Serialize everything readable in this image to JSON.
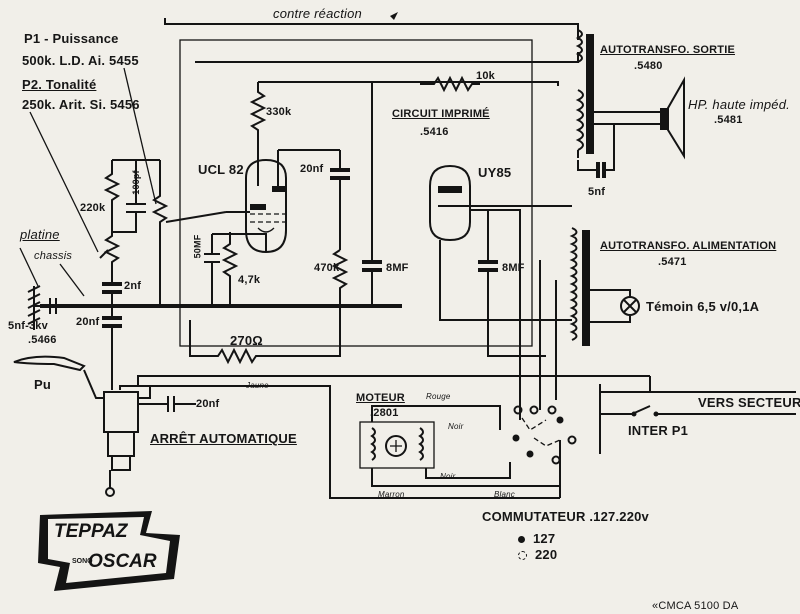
{
  "labels": {
    "contre_reaction": "contre réaction",
    "p1_title": "P1 - Puissance",
    "p1_value": "500k. L.D. Ai. 5455",
    "p2_title": "P2. Tonalité",
    "p2_value": "250k. Arit. Si. 5456",
    "ucl82": "UCL 82",
    "uy85": "UY85",
    "r_330k": "330k",
    "r_10k": "10k",
    "r_220k": "220k",
    "c_100pf": "100pf",
    "c_2nf_a": "2nf",
    "c_20nf_a": "20nf",
    "c_20nf_b": "20nf",
    "c_20nf_c": "20nf",
    "c_50mf": "50MF",
    "r_47k": "4,7k",
    "r_470k": "470k",
    "c_8mf_a": "8MF",
    "c_8mf_b": "8MF",
    "r_270": "270Ω",
    "c_5nf": "5nf",
    "circuit_imprime": "CIRCUIT IMPRIMÉ",
    "circuit_imprime_ref": ".5416",
    "autotransfo_sortie": "AUTOTRANSFO. SORTIE",
    "autotransfo_sortie_ref": ".5480",
    "hp_label": "HP. haute impéd.",
    "hp_ref": ".5481",
    "autotransfo_alim": "AUTOTRANSFO. ALIMENTATION",
    "autotransfo_alim_ref": ".5471",
    "temoin": "Témoin 6,5 v/0,1A",
    "platine": "platine",
    "chassis": "chassis",
    "c_5nf_3kv": "5nf-3kv",
    "c_5nf_3kv_ref": ".5466",
    "pu": "Pu",
    "arret_auto": "ARRÊT AUTOMATIQUE",
    "moteur": "MOTEUR",
    "moteur_ref": ".2801",
    "vers_secteur": "VERS SECTEUR",
    "inter_p1": "INTER P1",
    "commutateur": "COMMUTATEUR .127.220v",
    "legend_127": "127",
    "legend_220": "220",
    "wire_jaune": "Jaune",
    "wire_marron": "Marron",
    "wire_noir_a": "Noir",
    "wire_noir_b": "Noir",
    "wire_rouge": "Rouge",
    "wire_blanc": "Blanc",
    "footer_ref": "«CMCA 5100 DA"
  },
  "logo": {
    "brand": "TEPPAZ",
    "model": "OSCAR",
    "sub": "SONO"
  },
  "colors": {
    "ink": "#141414",
    "paper": "#f1efe9"
  }
}
